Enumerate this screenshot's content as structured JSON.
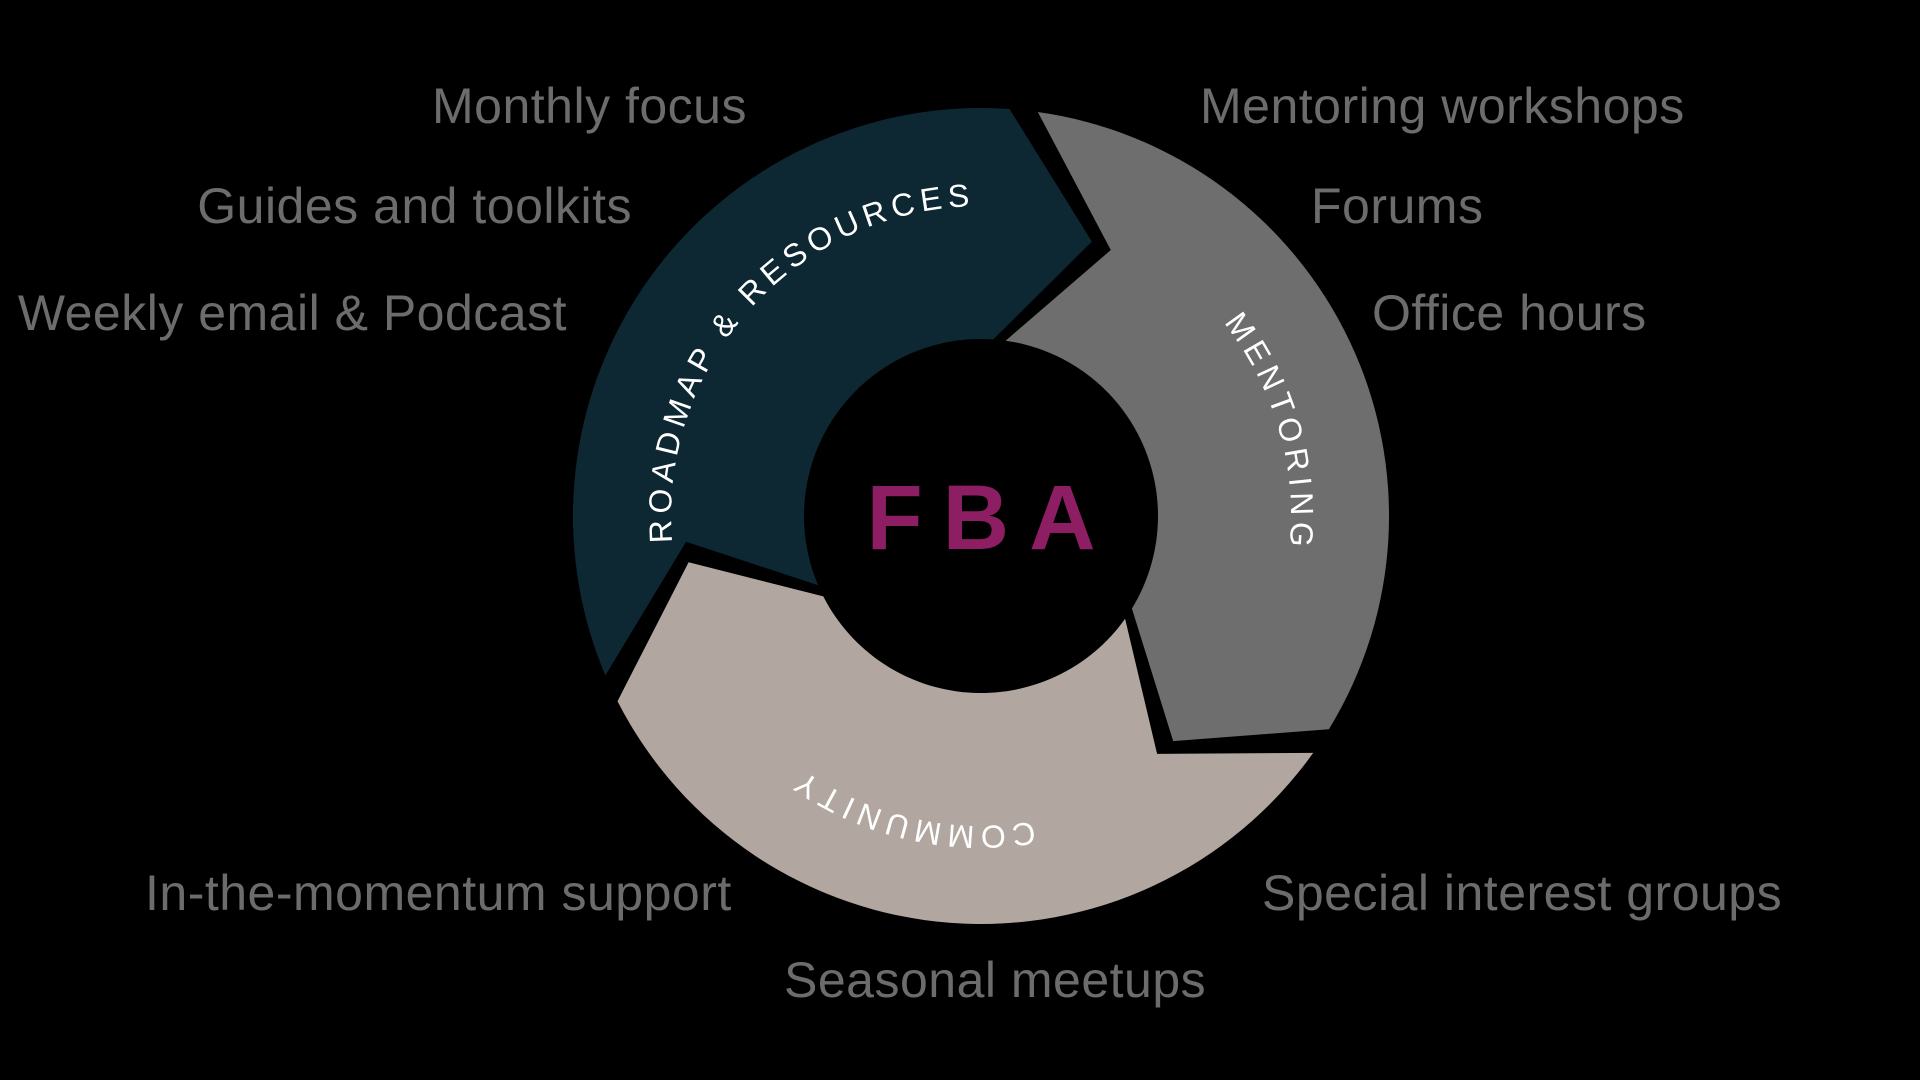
{
  "background_color": "#000000",
  "center": {
    "label": "FBA",
    "color": "#8d1e63"
  },
  "ring": {
    "segments": [
      {
        "label": "ROADMAP & RESOURCES",
        "color": "#0d2733",
        "label_color": "#ffffff"
      },
      {
        "label": "MENTORING",
        "color": "#6e6e6e",
        "label_color": "#ffffff"
      },
      {
        "label": "COMMUNITY",
        "color": "#b1a7a0",
        "label_color": "#ffffff"
      }
    ]
  },
  "callouts": {
    "color": "#6c6c6c",
    "roadmap": [
      "Monthly focus",
      "Guides and toolkits",
      "Weekly email & Podcast"
    ],
    "mentoring": [
      "Mentoring workshops",
      "Forums",
      "Office hours"
    ],
    "community": [
      "In-the-momentum support",
      "Seasonal meetups",
      "Special interest groups"
    ]
  }
}
